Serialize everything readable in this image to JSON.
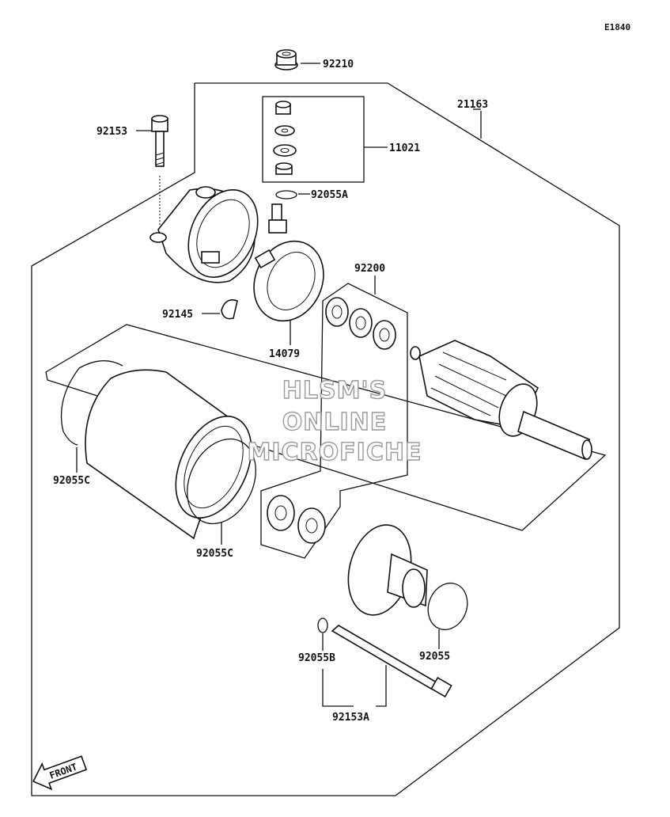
{
  "diagram": {
    "code": "E1840",
    "labels": {
      "p92210": "92210",
      "p21163": "21163",
      "p92153": "92153",
      "p11021": "11021",
      "p92055A": "92055A",
      "p92200": "92200",
      "p92145": "92145",
      "p14079": "14079",
      "p92055C_left": "92055C",
      "p92055C_bottom": "92055C",
      "p92055": "92055",
      "p92055B": "92055B",
      "p92153A": "92153A"
    },
    "watermark": [
      "HLSM'S",
      "ONLINE",
      "MICROFICHE"
    ],
    "front": "FRONT"
  }
}
